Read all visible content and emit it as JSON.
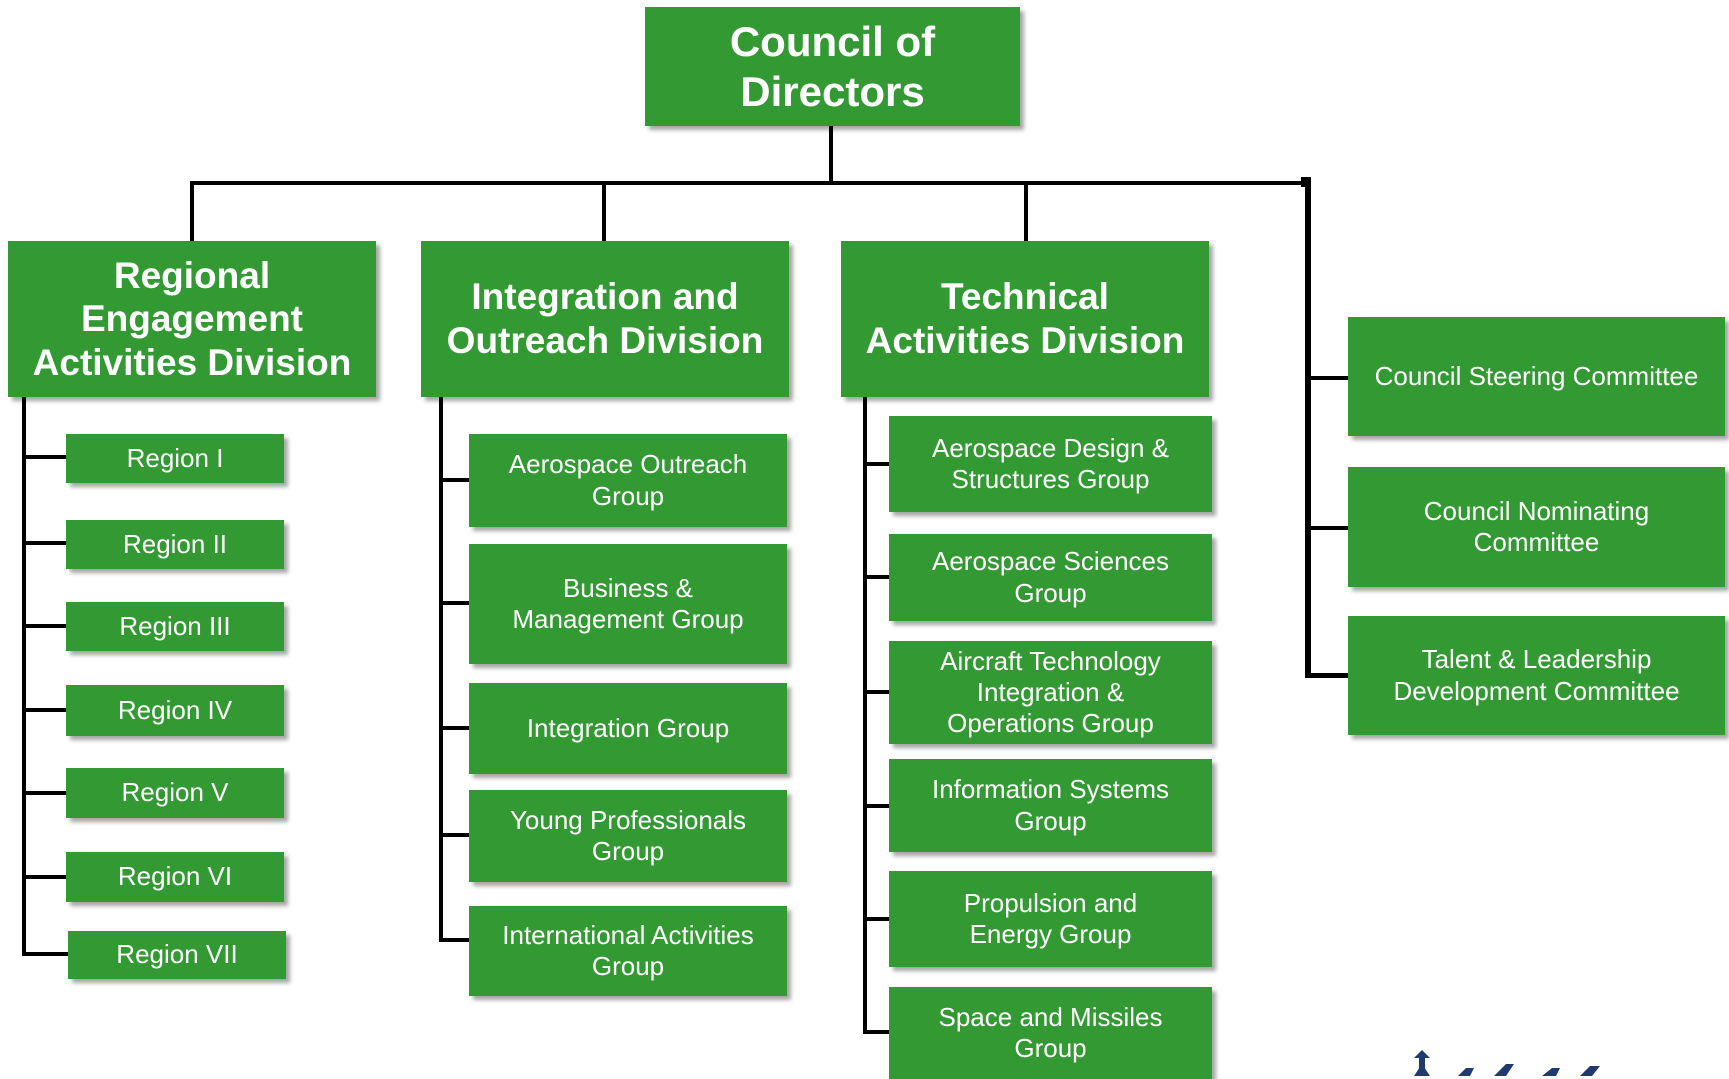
{
  "council": {
    "label": "Council of Directors"
  },
  "divisions": [
    {
      "label": "Regional Engagement Activities Division",
      "children": [
        "Region I",
        "Region II",
        "Region III",
        "Region IV",
        "Region V",
        "Region VI",
        "Region VII"
      ]
    },
    {
      "label": "Integration and Outreach Division",
      "children": [
        "Aerospace Outreach Group",
        "Business & Management Group",
        "Integration Group",
        "Young Professionals Group",
        "International Activities Group"
      ]
    },
    {
      "label": "Technical Activities Division",
      "children": [
        "Aerospace Design & Structures Group",
        "Aerospace Sciences Group",
        "Aircraft Technology Integration & Operations Group",
        "Information Systems Group",
        "Propulsion and Energy Group",
        "Space and Missiles Group"
      ]
    }
  ],
  "committees": [
    "Council Steering Committee",
    "Council Nominating Committee",
    "Talent & Leadership Development Committee"
  ],
  "colors": {
    "box_fill": "#339933",
    "box_text": "#ffffff",
    "connector": "#000000",
    "logo": "#1f3a6e"
  },
  "logo": {
    "icon": "aiaa-logo-icon"
  }
}
